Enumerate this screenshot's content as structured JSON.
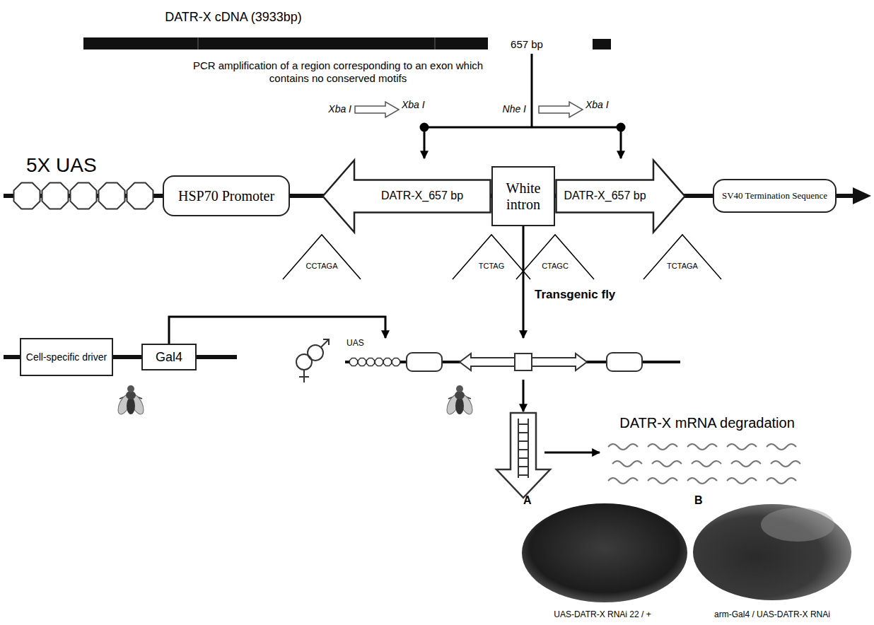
{
  "diagram": {
    "nodes": [
      {
        "text": [
          "5X UAS"
        ]
      },
      {
        "text": [
          "HSP70 Promoter"
        ]
      },
      {
        "text": [
          "DATR-X_657 bp"
        ]
      },
      {
        "text": [
          "White intron"
        ]
      },
      {
        "text": [
          "DATR-X_657 bp"
        ]
      },
      {
        "text": [
          "SV40 Termination Sequence"
        ]
      },
      {
        "text": [
          "Cell-specific driver"
        ]
      },
      {
        "text": [
          "Gal4"
        ]
      },
      {
        "text": [
          "UAS"
        ]
      }
    ],
    "edges": [
      {
        "from": 3,
        "to": 8,
        "arrow": "to",
        "label": "Transgenic fly"
      },
      {
        "from": 7,
        "to": 8,
        "arrow": "to"
      }
    ],
    "labels": [
      "DATR-X cDNA (3933bp)",
      "657 bp",
      "PCR amplification of a region corresponding to an exon which contains no conserved motifs",
      "Xba I",
      "Xba I",
      "Nhe I",
      "Xba I",
      "CCTAGA",
      "TCTAG",
      "CTAGC",
      "TCTAGA",
      "DATR-X mRNA degradation",
      "A",
      "B",
      "UAS-DATR-X RNAi 22 / +",
      "arm-Gal4 / UAS-DATR-X RNAi"
    ]
  }
}
